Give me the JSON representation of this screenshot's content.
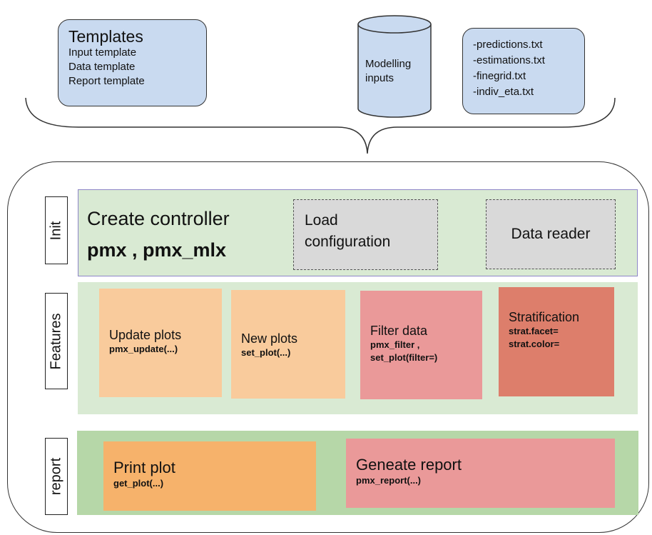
{
  "templates": {
    "title": "Templates",
    "items": [
      "Input template",
      "Data template",
      "Report template"
    ]
  },
  "modelling_inputs": {
    "label_line1": "Modelling",
    "label_line2": "inputs"
  },
  "output_files": [
    "-predictions.txt",
    "-estimations.txt",
    "-finegrid.txt",
    "-indiv_eta.txt"
  ],
  "sections": {
    "init": {
      "label": "Init",
      "title": "Create controller",
      "functions": "pmx , pmx_mlx",
      "load_config": {
        "line1": "Load",
        "line2": "configuration"
      },
      "data_reader": "Data reader"
    },
    "features": {
      "label": "Features",
      "cards": [
        {
          "title": "Update plots",
          "code": [
            "pmx_update(...)"
          ]
        },
        {
          "title": "New plots",
          "code": [
            "set_plot(...)"
          ]
        },
        {
          "title": "Filter data",
          "code": [
            "pmx_filter ,",
            "set_plot(filter=)"
          ]
        },
        {
          "title": "Stratification",
          "code": [
            "strat.facet=",
            "strat.color="
          ]
        }
      ]
    },
    "report": {
      "label": "report",
      "cards": [
        {
          "title": "Print plot",
          "code": "get_plot(...)"
        },
        {
          "title": "Geneate report",
          "code": "pmx_report(...)"
        }
      ]
    }
  },
  "colors": {
    "input_blue": "#c9daf0",
    "section_green": "#d9ead3",
    "report_green": "#b6d7a8",
    "light_orange": "#f9cb9c",
    "orange": "#f6b26b",
    "pink": "#ea9999",
    "salmon": "#dd7e6b",
    "grey": "#d9d9d9"
  }
}
